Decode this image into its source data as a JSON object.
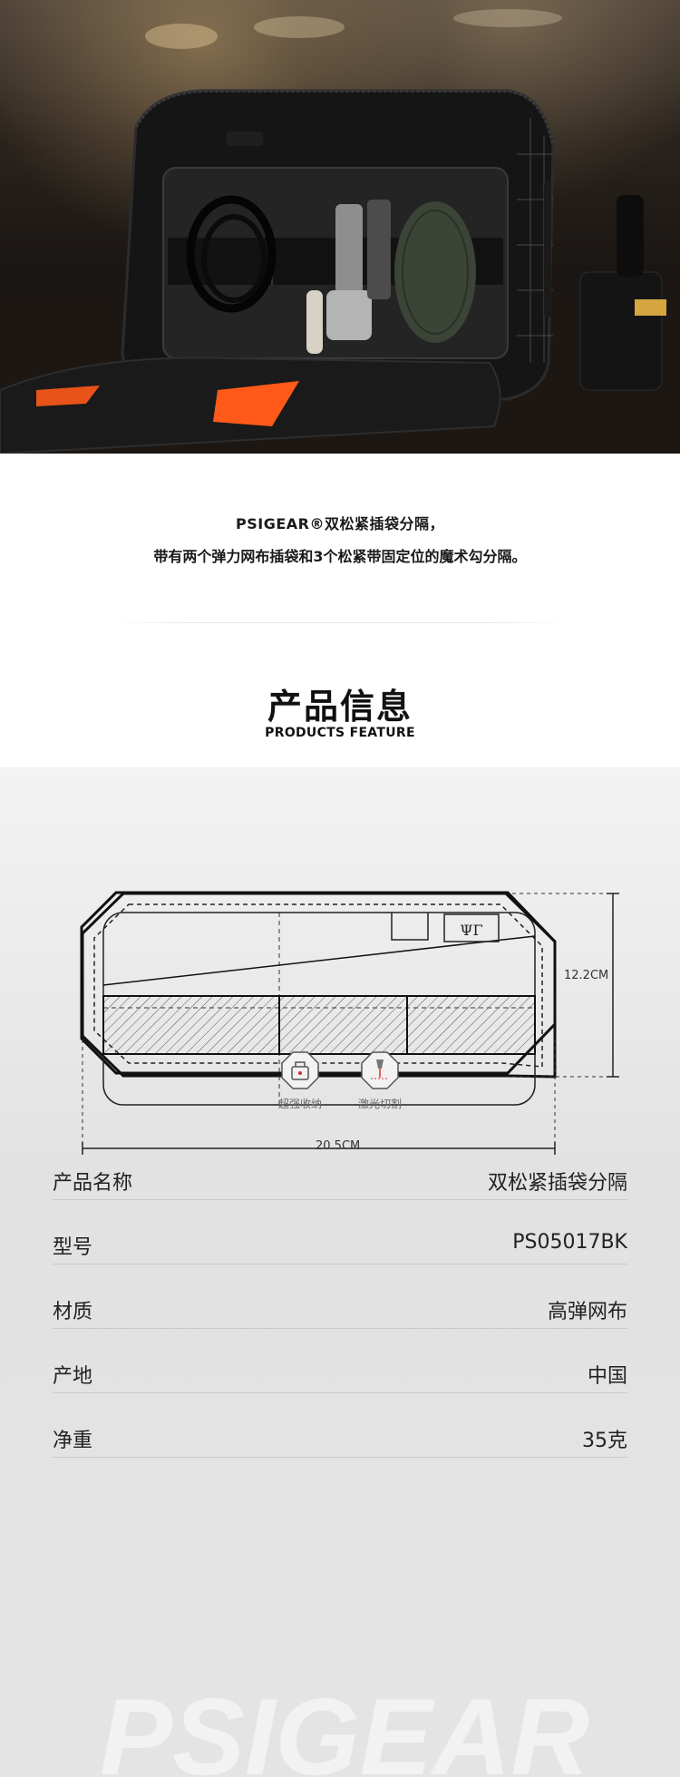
{
  "intro": {
    "line1": "PSIGEAR®双松紧插袋分隔，",
    "line2": "带有两个弹力网布插袋和3个松紧带固定位的魔术勾分隔。"
  },
  "section": {
    "title": "产品信息",
    "subtitle": "PRODUCTS FEATURE"
  },
  "diagram": {
    "height_label": "12.2CM",
    "width_label": "20.5CM"
  },
  "features": [
    {
      "icon": "storage-icon",
      "label": "超强收纳"
    },
    {
      "icon": "laser-cut-icon",
      "label": "激光切割"
    }
  ],
  "specs": [
    {
      "key": "产品名称",
      "value": "双松紧插袋分隔"
    },
    {
      "key": "型号",
      "value": "PS05017BK"
    },
    {
      "key": "材质",
      "value": "高弹网布"
    },
    {
      "key": "产地",
      "value": "中国"
    },
    {
      "key": "净重",
      "value": "35克"
    }
  ],
  "watermark": "PSIGEAR",
  "colors": {
    "accent_orange": "#ff5a1a",
    "panel_gray": "#e3e3e3",
    "text": "#222222"
  }
}
